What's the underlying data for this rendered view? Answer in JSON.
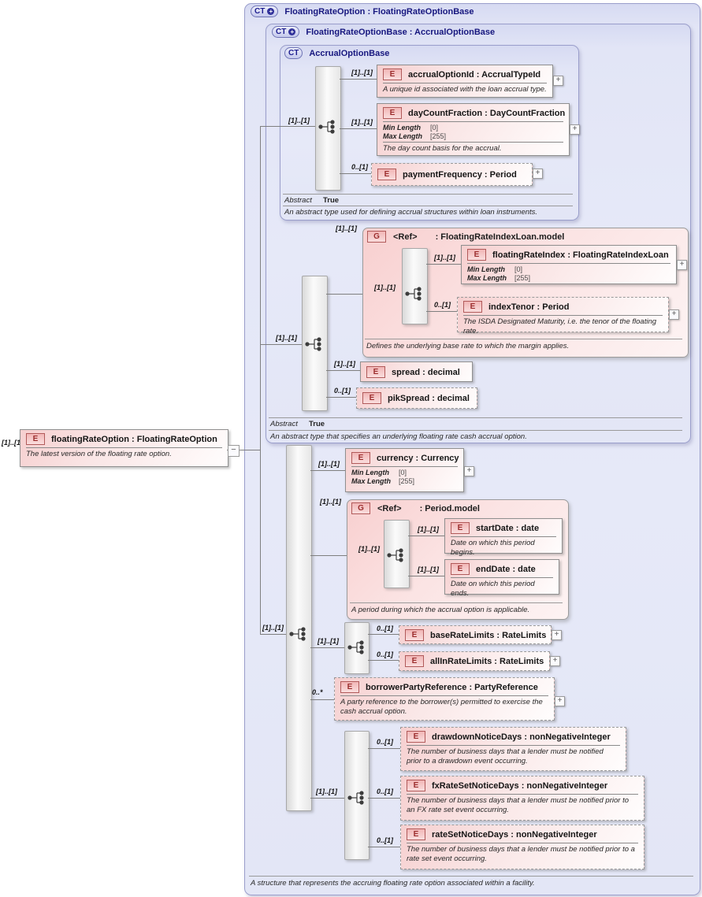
{
  "badges": {
    "ct": "CT",
    "e": "E",
    "g": "G",
    "plus": "+",
    "minus": "−"
  },
  "root": {
    "cardinality": "[1]..[1]",
    "title": "floatingRateOption : FloatingRateOption",
    "annotation": "The latest version of the floating rate option."
  },
  "outer": {
    "title": "FloatingRateOption : FloatingRateOptionBase",
    "annotation": "A structure that represents the accruing floating rate option associated within a facility."
  },
  "base": {
    "title": "FloatingRateOptionBase : AccrualOptionBase",
    "seq_cardinality": "[1]..[1]",
    "abstract_label": "Abstract",
    "abstract_value": "True",
    "annotation": "An abstract type that specifies an underlying floating rate cash accrual option.",
    "group": {
      "cardinality": "[1]..[1]",
      "name": "<Ref>",
      "type": ": FloatingRateIndexLoan.model",
      "seq_cardinality": "[1]..[1]",
      "annotation": "Defines the underlying base rate to which the margin applies.",
      "floatingRateIndex": {
        "cardinality": "[1]..[1]",
        "title": "floatingRateIndex : FloatingRateIndexLoan",
        "facets": [
          {
            "name": "Min Length",
            "value": "[0]"
          },
          {
            "name": "Max Length",
            "value": "[255]"
          }
        ]
      },
      "indexTenor": {
        "cardinality": "0..[1]",
        "title": "indexTenor : Period",
        "annotation": "The ISDA Designated Maturity, i.e. the tenor of the floating rate."
      }
    },
    "spread": {
      "cardinality": "[1]..[1]",
      "title": "spread : decimal"
    },
    "pikSpread": {
      "cardinality": "0..[1]",
      "title": "pikSpread : decimal"
    }
  },
  "accrual": {
    "title": "AccrualOptionBase",
    "seq_cardinality": "[1]..[1]",
    "abstract_label": "Abstract",
    "abstract_value": "True",
    "annotation": "An abstract type used for defining accrual structures within loan instruments.",
    "accrualOptionId": {
      "cardinality": "[1]..[1]",
      "title": "accrualOptionId : AccrualTypeId",
      "annotation": "A unique id associated with the loan accrual type."
    },
    "dayCountFraction": {
      "cardinality": "[1]..[1]",
      "title": "dayCountFraction : DayCountFraction",
      "facets": [
        {
          "name": "Min Length",
          "value": "[0]"
        },
        {
          "name": "Max Length",
          "value": "[255]"
        }
      ],
      "annotation": "The day count basis for the accrual."
    },
    "paymentFrequency": {
      "cardinality": "0..[1]",
      "title": "paymentFrequency : Period"
    }
  },
  "main": {
    "seq_cardinality": "[1]..[1]",
    "currency": {
      "cardinality": "[1]..[1]",
      "title": "currency : Currency",
      "facets": [
        {
          "name": "Min Length",
          "value": "[0]"
        },
        {
          "name": "Max Length",
          "value": "[255]"
        }
      ]
    },
    "period_group": {
      "cardinality": "[1]..[1]",
      "name": "<Ref>",
      "type": ": Period.model",
      "seq_cardinality": "[1]..[1]",
      "annotation": "A period during which the accrual option is applicable.",
      "startDate": {
        "cardinality": "[1]..[1]",
        "title": "startDate : date",
        "annotation": "Date on which this period begins."
      },
      "endDate": {
        "cardinality": "[1]..[1]",
        "title": "endDate : date",
        "annotation": "Date on which this period ends."
      }
    },
    "limits_seq_cardinality": "[1]..[1]",
    "baseRateLimits": {
      "cardinality": "0..[1]",
      "title": "baseRateLimits : RateLimits"
    },
    "allInRateLimits": {
      "cardinality": "0..[1]",
      "title": "allInRateLimits : RateLimits"
    },
    "borrowerPartyReference": {
      "cardinality": "0..*",
      "title": "borrowerPartyReference : PartyReference",
      "annotation": "A party reference to the borrower(s) permitted to exercise the cash accrual option."
    },
    "notice_seq_cardinality": "[1]..[1]",
    "drawdownNoticeDays": {
      "cardinality": "0..[1]",
      "title": "drawdownNoticeDays : nonNegativeInteger",
      "annotation": "The number of business days that a lender must be notified prior to a drawdown event occurring."
    },
    "fxRateSetNoticeDays": {
      "cardinality": "0..[1]",
      "title": "fxRateSetNoticeDays : nonNegativeInteger",
      "annotation": "The number of business days that a lender must be notified prior to an FX rate set event occurring."
    },
    "rateSetNoticeDays": {
      "cardinality": "0..[1]",
      "title": "rateSetNoticeDays : nonNegativeInteger",
      "annotation": "The number of business days that a lender must be notified prior to a rate set event occurring."
    }
  }
}
